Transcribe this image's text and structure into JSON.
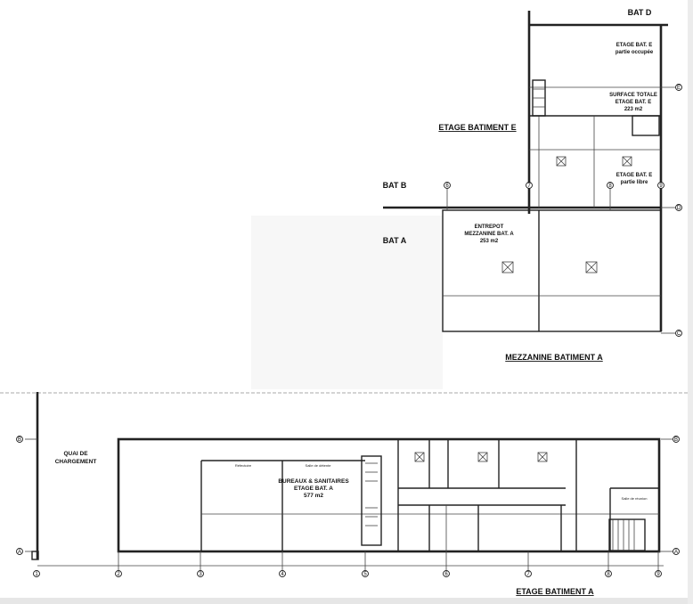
{
  "mezzanine_plan": {
    "title": "MEZZANINE BATIMENT A",
    "section_title": "ETAGE BATIMENT E",
    "building_labels": [
      "BAT D",
      "BAT B",
      "BAT A"
    ],
    "rooms": {
      "occupied": [
        "ETAGE BAT. E",
        "partie occupée"
      ],
      "total": [
        "SURFACE TOTALE",
        "ETAGE BAT. E",
        "223 m2"
      ],
      "free": [
        "ETAGE BAT. E",
        "partie libre"
      ],
      "warehouse": [
        "ENTREPOT",
        "MEZZANINE BAT. A",
        "253 m2"
      ]
    },
    "grid_columns": [
      "6",
      "7",
      "8",
      "9"
    ],
    "grid_rows": [
      "E",
      "D",
      "C"
    ]
  },
  "floor_plan": {
    "title": "ETAGE BATIMENT A",
    "rooms": {
      "dock": [
        "QUAI DE",
        "CHARGEMENT"
      ],
      "offices": [
        "BUREAUX & SANITAIRES",
        "ETAGE BAT. A",
        "577 m2"
      ],
      "refectoire": "Réfectoire",
      "detente": "Salle de détente",
      "reunion": "Salle de réunion"
    },
    "grid_columns": [
      "1",
      "2",
      "3",
      "4",
      "5",
      "6",
      "7",
      "8",
      "9"
    ],
    "grid_rows": [
      "B",
      "A"
    ]
  }
}
